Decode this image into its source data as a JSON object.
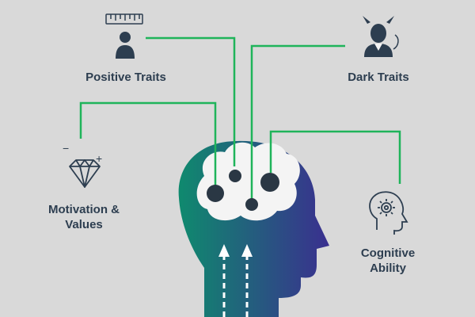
{
  "colors": {
    "background": "#d9d9d9",
    "connector": "#1fb45a",
    "head_gradient_start": "#0f8a6e",
    "head_gradient_end": "#3a2f8f",
    "brain": "#f4f4f4",
    "node": "#2a3744",
    "icon": "#2d3e50",
    "label": "#2d3e50",
    "arrow": "#ffffff"
  },
  "labels": {
    "positive": "Positive Traits",
    "dark": "Dark Traits",
    "motivation_line1": "Motivation &",
    "motivation_line2": "Values",
    "cognitive_line1": "Cognitive",
    "cognitive_line2": "Ability"
  },
  "motivation_signs": {
    "minus": "−",
    "plus": "+"
  },
  "icons": {
    "positive": [
      "ruler-icon",
      "person-icon"
    ],
    "dark": "devil-businessman-icon",
    "motivation": "diamond-icon",
    "cognitive": "head-gear-icon"
  }
}
